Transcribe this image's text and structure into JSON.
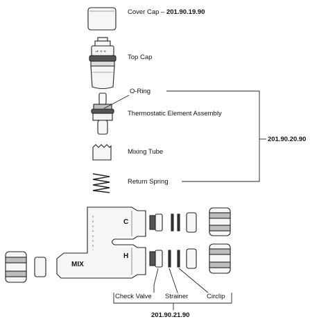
{
  "parts": {
    "cover_cap": {
      "label": "Cover Cap –",
      "code": "201.90.19.90"
    },
    "top_cap": {
      "label": "Top Cap"
    },
    "o_ring": {
      "label": "O-Ring"
    },
    "thermo_element": {
      "label": "Thermostatic Element Assembly"
    },
    "mixing_tube": {
      "label": "Mixing Tube"
    },
    "return_spring": {
      "label": "Return Spring"
    },
    "check_valve": {
      "label": "Check Valve"
    },
    "strainer": {
      "label": "Strainer"
    },
    "circlip": {
      "label": "Circlip"
    }
  },
  "kit_codes": {
    "cartridge_kit": "201.90.20.90",
    "inlet_kit": "201.90.21.90"
  },
  "body_markings": {
    "cold": "C",
    "hot": "H",
    "mix": "MIX"
  },
  "colors": {
    "line": "#222222",
    "fill": "#f6f6f6",
    "shade": "#bdbdbd",
    "dark": "#555555"
  }
}
